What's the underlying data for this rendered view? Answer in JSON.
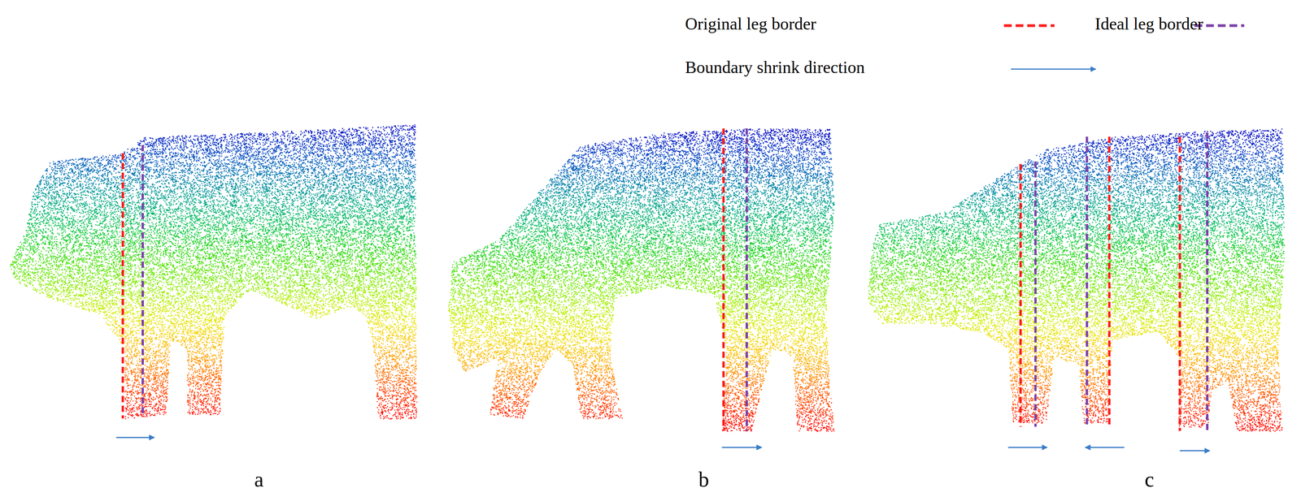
{
  "diagram": {
    "labels": [
      "a",
      "b",
      "c"
    ],
    "legend": [
      {
        "text": "Original leg border"
      },
      {
        "text": "Ideal leg border"
      },
      {
        "text": "Boundary shrink direction"
      }
    ]
  }
}
